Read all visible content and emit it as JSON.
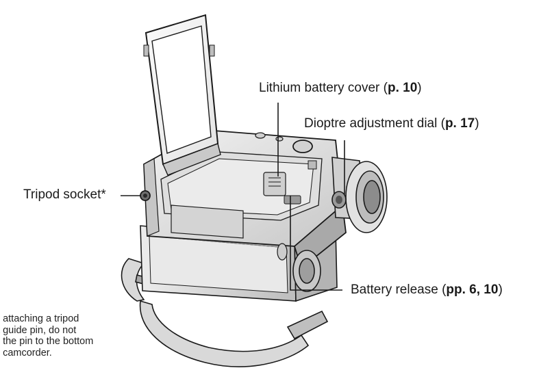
{
  "callouts": {
    "lithium": {
      "text": "Lithium battery cover (",
      "ref": "p. 10",
      "close": ")"
    },
    "dioptre": {
      "text": "Dioptre adjustment dial (",
      "ref": "p. 17",
      "close": ")"
    },
    "tripod": {
      "text": "Tripod socket*"
    },
    "release": {
      "text": "Battery release (",
      "ref": "pp. 6, 10",
      "close": ")"
    }
  },
  "footnote": {
    "lines": [
      "n attaching a tripod",
      "a guide pin, do not",
      "h the pin to the bottom",
      "e camcorder."
    ]
  },
  "colors": {
    "ink": "#1a1a1a",
    "body_light": "#e6e6e6",
    "body_mid": "#bdbdbd",
    "body_dark": "#6e6e6e"
  }
}
